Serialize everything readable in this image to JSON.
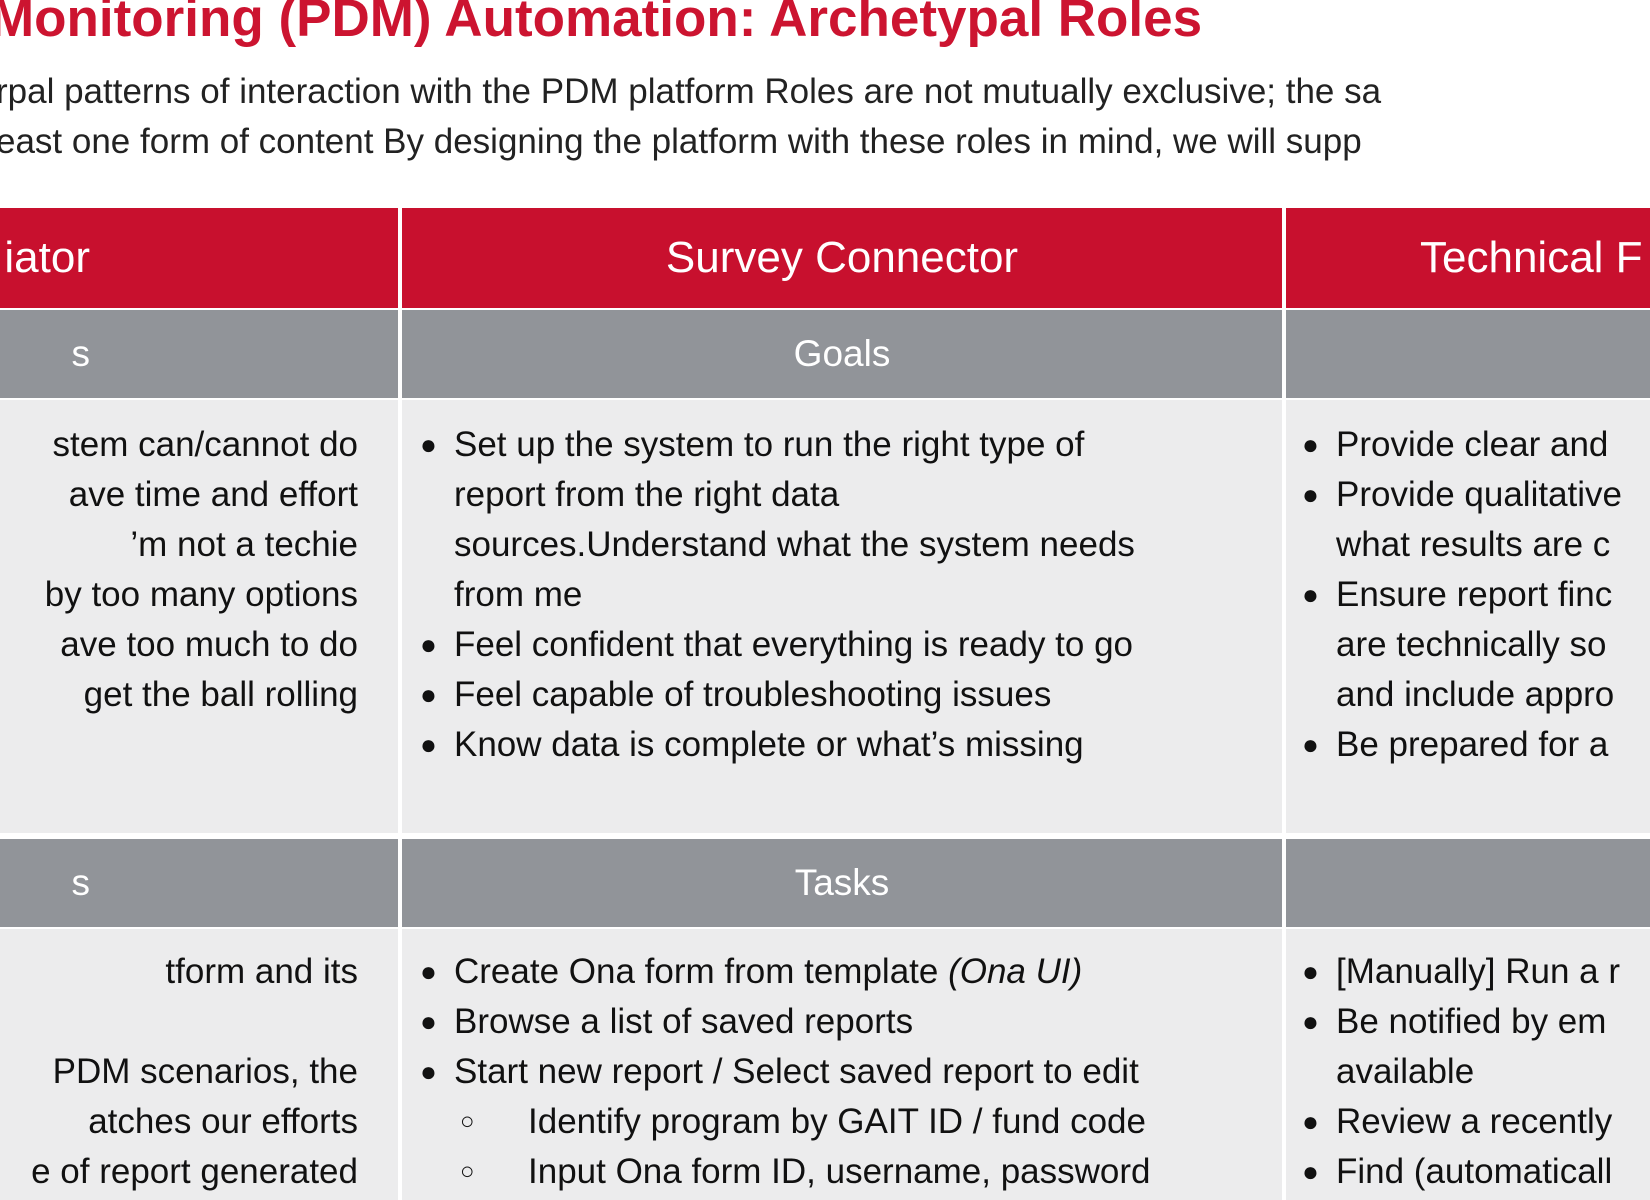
{
  "title": "Monitoring (PDM) Automation: Archetypal Roles",
  "intro": [
    "rpal patterns of interaction with the PDM platform  Roles are not mutually exclusive; the sa",
    "east one form of content  By designing the platform with these roles in mind, we will supp"
  ],
  "columns": {
    "col0": {
      "header": "iator",
      "goals_label": "s",
      "tasks_label": "s",
      "goals": [
        "stem can/cannot do",
        "ave time and effort",
        "’m not a techie",
        "by too many options",
        "ave too much to do",
        " get the ball rolling"
      ],
      "tasks": [
        "tform and its",
        "",
        "PDM scenarios, the",
        "atches our efforts",
        "e of report generated"
      ]
    },
    "col1": {
      "header": "Survey Connector",
      "goals_label": "Goals",
      "tasks_label": "Tasks",
      "bullet_glyph": "●",
      "sub_glyph": "○",
      "goals": [
        "Set up the system to run the right type of",
        "report from the right data",
        "sources.Understand what the system needs",
        "from me",
        "Feel confident that everything is ready to go",
        "Feel capable of troubleshooting issues",
        "Know data is complete or what’s missing"
      ],
      "tasks": [
        "Create Ona form from template ",
        "(Ona UI)",
        "Browse a list of saved reports",
        "Start new report / Select saved report to edit",
        "Identify program by GAIT ID / fund code",
        "Input Ona form ID, username, password"
      ]
    },
    "col2": {
      "header": "Technical F",
      "goals": [
        "Provide clear and",
        "Provide qualitative",
        "what results are c",
        "Ensure report finc",
        "are technically so",
        "and include appro",
        "Be prepared for a"
      ],
      "tasks": [
        "[Manually] Run a r",
        "Be notified by em",
        "available",
        "Review a recently",
        "Find (automaticall"
      ]
    }
  }
}
